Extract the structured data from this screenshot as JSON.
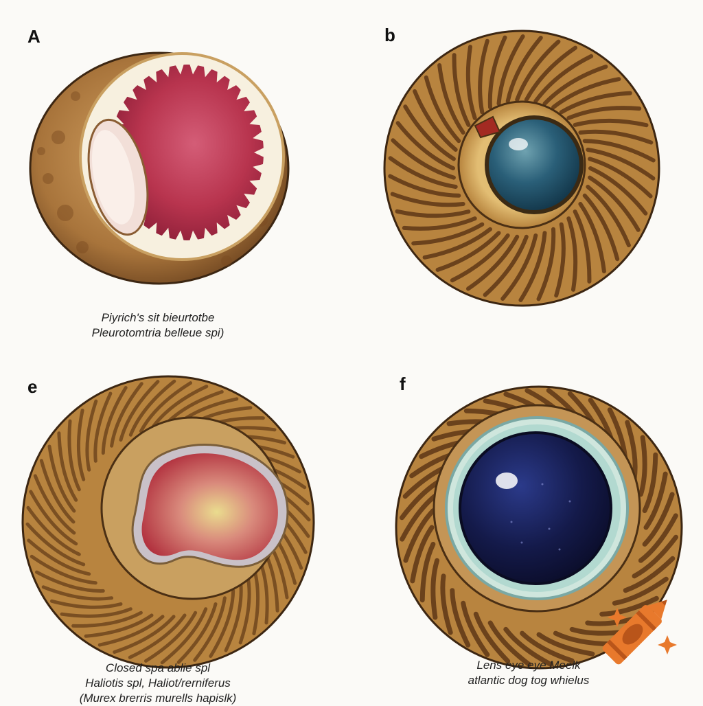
{
  "panels": [
    {
      "letter": "A",
      "caption": [
        "Piyrich's sit bieurtotbe",
        "Pleurotomtria belleue spi)"
      ]
    },
    {
      "letter": "b",
      "caption": []
    },
    {
      "letter": "e",
      "caption": [
        "Closed spa ablie spl",
        "Haliotis spl, Haliot/rerniferus",
        "(Murex brerris murells hapislk)"
      ]
    },
    {
      "letter": "f",
      "caption": [
        "Lens eye eye Meelk",
        "atlantic dog tog whielus"
      ]
    }
  ],
  "logo": {
    "icon": "crayon-icon"
  },
  "colors": {
    "background": "#fbfaf7",
    "shell_brown": "#a8773a",
    "rib_dark": "#7a4f22",
    "flesh_red": "#b8344e",
    "lens_blue": "#2a5f78",
    "lens_deep": "#141a4a",
    "crayon_orange": "#e8792c"
  }
}
